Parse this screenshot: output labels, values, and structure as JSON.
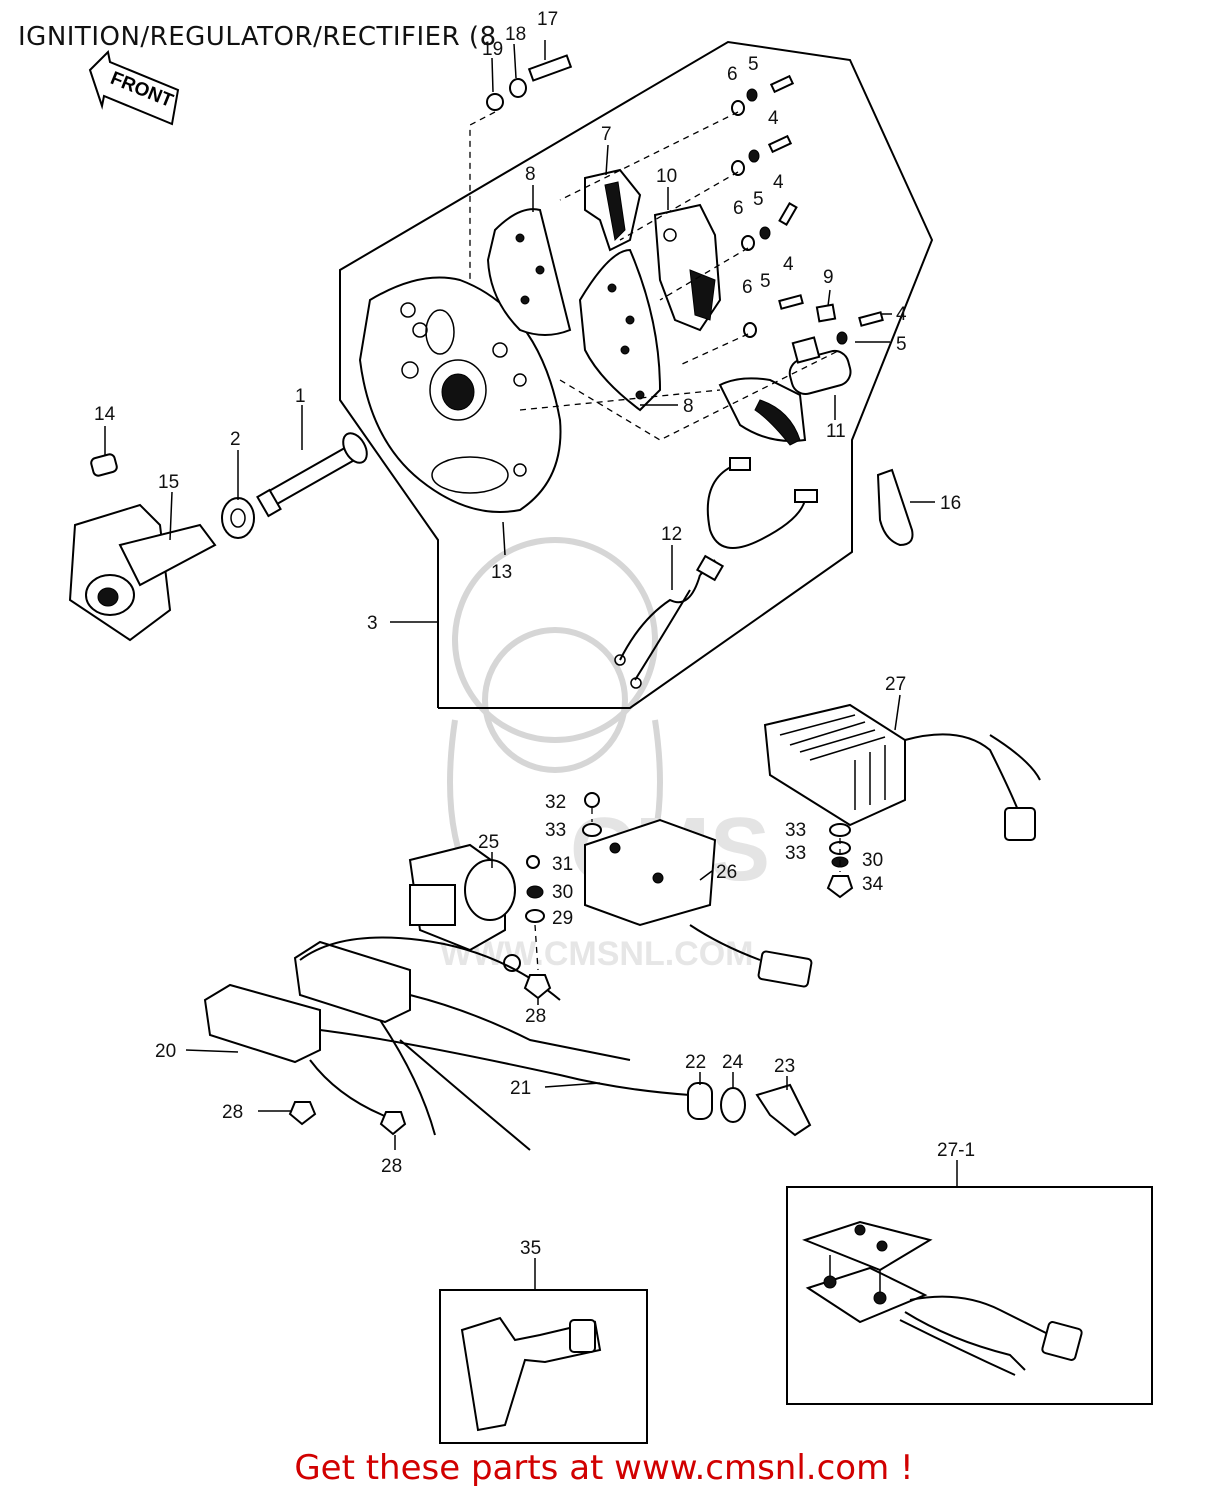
{
  "title": "IGNITION/REGULATOR/RECTIFIER (8",
  "front_arrow": "FRONT",
  "footer": "Get these parts at www.cmsnl.com !",
  "watermark": {
    "text": "CMS",
    "url": "WWW.CMSNL.COM"
  },
  "callouts": [
    {
      "key": "c1",
      "text": "1"
    },
    {
      "key": "c2",
      "text": "2"
    },
    {
      "key": "c3",
      "text": "3"
    },
    {
      "key": "c4a",
      "text": "4"
    },
    {
      "key": "c4b",
      "text": "4"
    },
    {
      "key": "c4c",
      "text": "4"
    },
    {
      "key": "c4d",
      "text": "4"
    },
    {
      "key": "c5a",
      "text": "5"
    },
    {
      "key": "c5b",
      "text": "5"
    },
    {
      "key": "c5c",
      "text": "5"
    },
    {
      "key": "c5d",
      "text": "5"
    },
    {
      "key": "c6a",
      "text": "6"
    },
    {
      "key": "c6b",
      "text": "6"
    },
    {
      "key": "c6c",
      "text": "6"
    },
    {
      "key": "c7",
      "text": "7"
    },
    {
      "key": "c8a",
      "text": "8"
    },
    {
      "key": "c8b",
      "text": "8"
    },
    {
      "key": "c9",
      "text": "9"
    },
    {
      "key": "c10",
      "text": "10"
    },
    {
      "key": "c11",
      "text": "11"
    },
    {
      "key": "c12",
      "text": "12"
    },
    {
      "key": "c13",
      "text": "13"
    },
    {
      "key": "c14",
      "text": "14"
    },
    {
      "key": "c15",
      "text": "15"
    },
    {
      "key": "c16",
      "text": "16"
    },
    {
      "key": "c17",
      "text": "17"
    },
    {
      "key": "c18",
      "text": "18"
    },
    {
      "key": "c19",
      "text": "19"
    },
    {
      "key": "c20",
      "text": "20"
    },
    {
      "key": "c21",
      "text": "21"
    },
    {
      "key": "c22",
      "text": "22"
    },
    {
      "key": "c23",
      "text": "23"
    },
    {
      "key": "c24",
      "text": "24"
    },
    {
      "key": "c25",
      "text": "25"
    },
    {
      "key": "c26",
      "text": "26"
    },
    {
      "key": "c27",
      "text": "27"
    },
    {
      "key": "c271",
      "text": "27-1"
    },
    {
      "key": "c28a",
      "text": "28"
    },
    {
      "key": "c28b",
      "text": "28"
    },
    {
      "key": "c28c",
      "text": "28"
    },
    {
      "key": "c29",
      "text": "29"
    },
    {
      "key": "c30a",
      "text": "30"
    },
    {
      "key": "c30b",
      "text": "30"
    },
    {
      "key": "c31",
      "text": "31"
    },
    {
      "key": "c32",
      "text": "32"
    },
    {
      "key": "c33a",
      "text": "33"
    },
    {
      "key": "c33b",
      "text": "33"
    },
    {
      "key": "c33c",
      "text": "33"
    },
    {
      "key": "c34",
      "text": "34"
    },
    {
      "key": "c35",
      "text": "35"
    }
  ]
}
